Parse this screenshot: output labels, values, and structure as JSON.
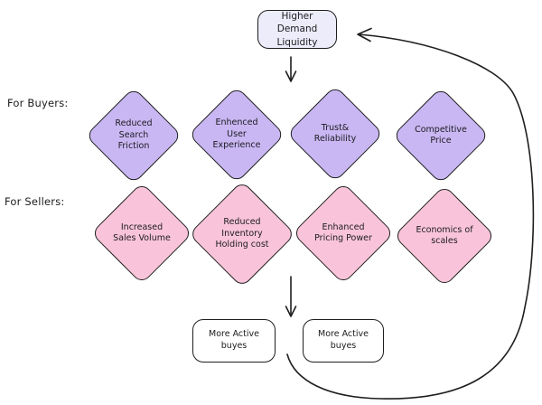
{
  "colors": {
    "buyer_fill": "#c9b7f3",
    "seller_fill": "#f9c4d9",
    "top_fill": "#ececfa",
    "box_fill": "#ffffff",
    "stroke": "#1e1e1e",
    "text": "#1b1b1f"
  },
  "nodes": {
    "top": {
      "label": "Higher Demand Liquidity"
    },
    "bottom_left": {
      "label": "More Active buyes"
    },
    "bottom_right": {
      "label": "More Active buyes"
    }
  },
  "rows": {
    "buyers": {
      "label": "For Buyers:",
      "items": [
        "Reduced Search Friction",
        "Enhenced User Experience",
        "Trust& Reliability",
        "Competitive Price"
      ]
    },
    "sellers": {
      "label": "For Sellers:",
      "items": [
        "Increased Sales Volume",
        "Reduced Inventory Holding cost",
        "Enhanced Pricing Power",
        "Economics of scales"
      ]
    }
  },
  "arrows": {
    "top_to_buyers": "down arrow from top node",
    "sellers_to_bottom": "down arrow to bottom boxes",
    "feedback_loop": "curved arrow from bottom back to top node"
  }
}
